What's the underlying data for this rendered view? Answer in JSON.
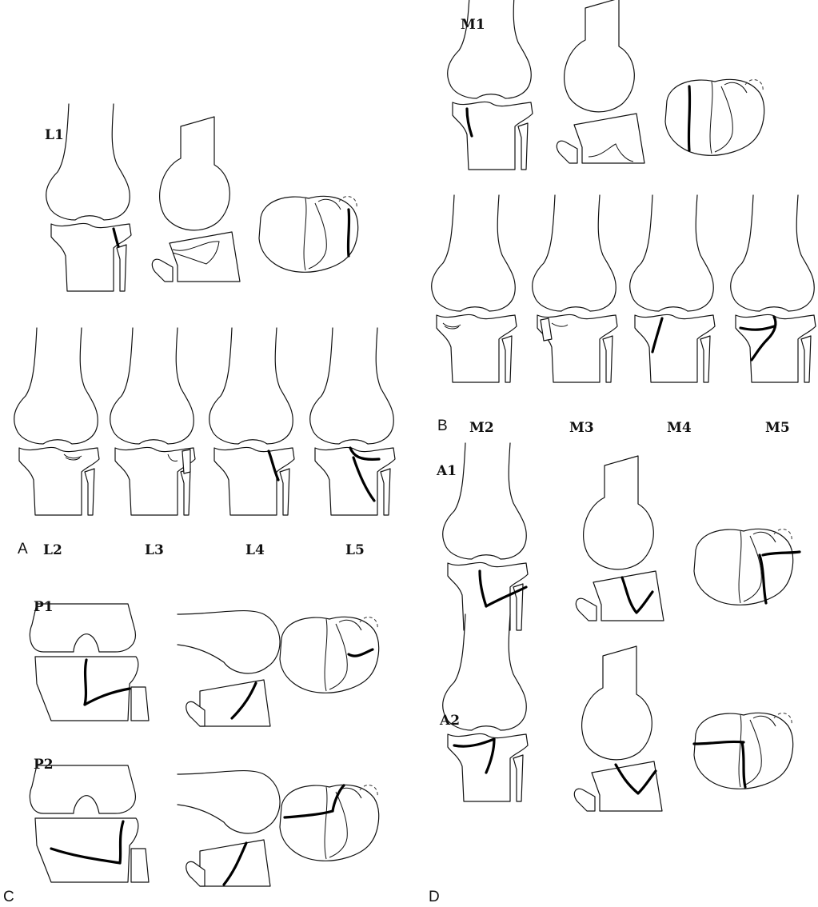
{
  "panels": {
    "A": "A",
    "B": "B",
    "C": "C",
    "D": "D"
  },
  "labels": {
    "L1": "L1",
    "L2": "L2",
    "L3": "L3",
    "L4": "L4",
    "L5": "L5",
    "M1": "M1",
    "M2": "M2",
    "M3": "M3",
    "M4": "M4",
    "M5": "M5",
    "P1": "P1",
    "P2": "P2",
    "A1": "A1",
    "A2": "A2"
  },
  "colors": {
    "line": "#111111",
    "fracture": "#000000",
    "background": "#ffffff"
  }
}
